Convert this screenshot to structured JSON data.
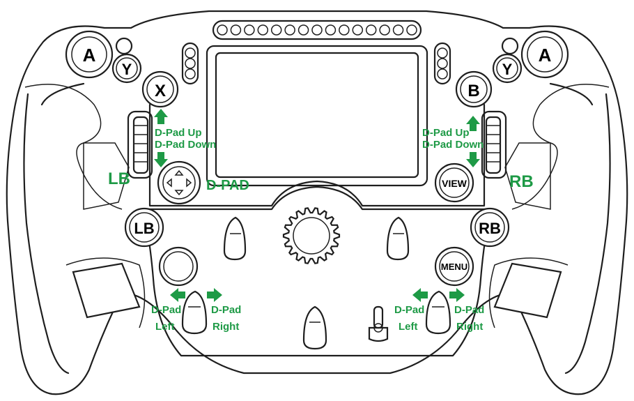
{
  "colors": {
    "accent": "#1e9a46",
    "outline": "#1e1e1e",
    "background": "#ffffff"
  },
  "buttons": {
    "a_left": "A",
    "y_left": "Y",
    "x": "X",
    "a_right": "A",
    "y_right": "Y",
    "b": "B",
    "view": "VIEW",
    "menu": "MENU",
    "lb_button": "LB",
    "rb_button": "RB"
  },
  "paddles": {
    "lb": "LB",
    "rb": "RB"
  },
  "dpad": {
    "label": "D-PAD",
    "icon": "dpad-arrows-icon"
  },
  "labels": {
    "left_dpad_up": "D-Pad Up",
    "left_dpad_down": "D-Pad Down",
    "right_dpad_up": "D-Pad Up",
    "right_dpad_down": "D-Pad Down",
    "left_rotary_left_1": "D-Pad",
    "left_rotary_left_2": "Left",
    "left_rotary_right_1": "D-Pad",
    "left_rotary_right_2": "Right",
    "right_rotary_left_1": "D-Pad",
    "right_rotary_left_2": "Left",
    "right_rotary_right_1": "D-Pad",
    "right_rotary_right_2": "Right"
  },
  "icons": {
    "arrow_up": "arrow-up-icon",
    "arrow_down": "arrow-down-icon",
    "arrow_left": "arrow-left-icon",
    "arrow_right": "arrow-right-icon"
  }
}
